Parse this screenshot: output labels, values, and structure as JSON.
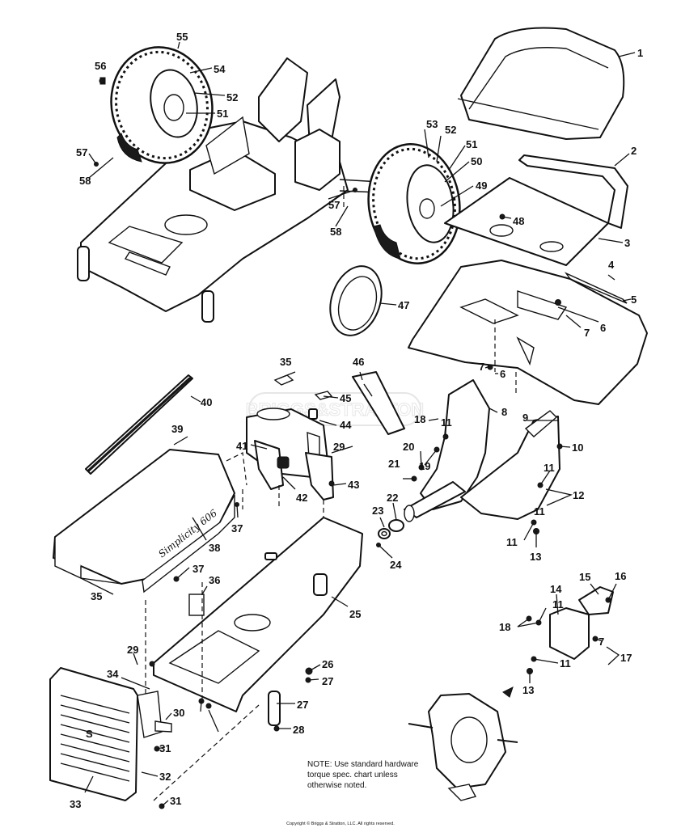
{
  "callouts": [
    "1",
    "2",
    "3",
    "4",
    "5",
    "6",
    "7",
    "8",
    "9",
    "10",
    "11",
    "12",
    "13",
    "14",
    "15",
    "16",
    "17",
    "18",
    "19",
    "20",
    "21",
    "22",
    "23",
    "24",
    "25",
    "26",
    "27",
    "28",
    "29",
    "30",
    "31",
    "32",
    "33",
    "34",
    "35",
    "36",
    "37",
    "38",
    "39",
    "40",
    "41",
    "42",
    "43",
    "44",
    "45",
    "46",
    "47",
    "48",
    "49",
    "50",
    "51",
    "52",
    "53",
    "54",
    "55",
    "56",
    "57",
    "58"
  ],
  "note": {
    "line1": "NOTE: Use standard hardware",
    "line2": "torque spec. chart unless",
    "line3": "otherwise noted."
  },
  "copyright": "Copyright © Briggs & Stratton, LLC. All rights reserved.",
  "watermark": "BRIGGS&STRATTON",
  "hood_script": "Simplicity 606",
  "grille_emblem": "S"
}
